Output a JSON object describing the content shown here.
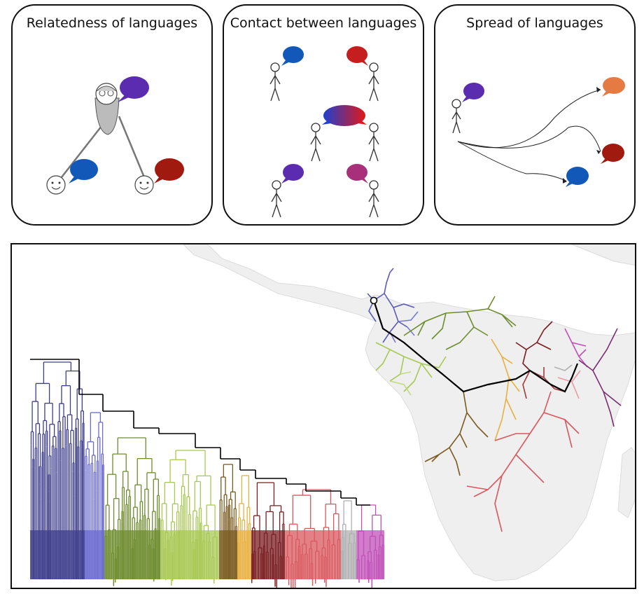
{
  "panels": [
    {
      "title": "Relatedness of languages"
    },
    {
      "title": "Contact between languages"
    },
    {
      "title": "Spread of languages"
    }
  ],
  "colors": {
    "purple": "#5b2cb0",
    "blue": "#1258b8",
    "red": "#c41e1e",
    "dark_red": "#a01a10",
    "orange": "#e57a42",
    "magenta": "#a8307a",
    "land": "#efefef"
  },
  "clade_colors": [
    "#3d3d8c",
    "#6a6ad0",
    "#6e8c2e",
    "#a8c854",
    "#7a5a1e",
    "#e8b040",
    "#7a1e22",
    "#d8585e",
    "#b0b0b0",
    "#c050b8"
  ]
}
